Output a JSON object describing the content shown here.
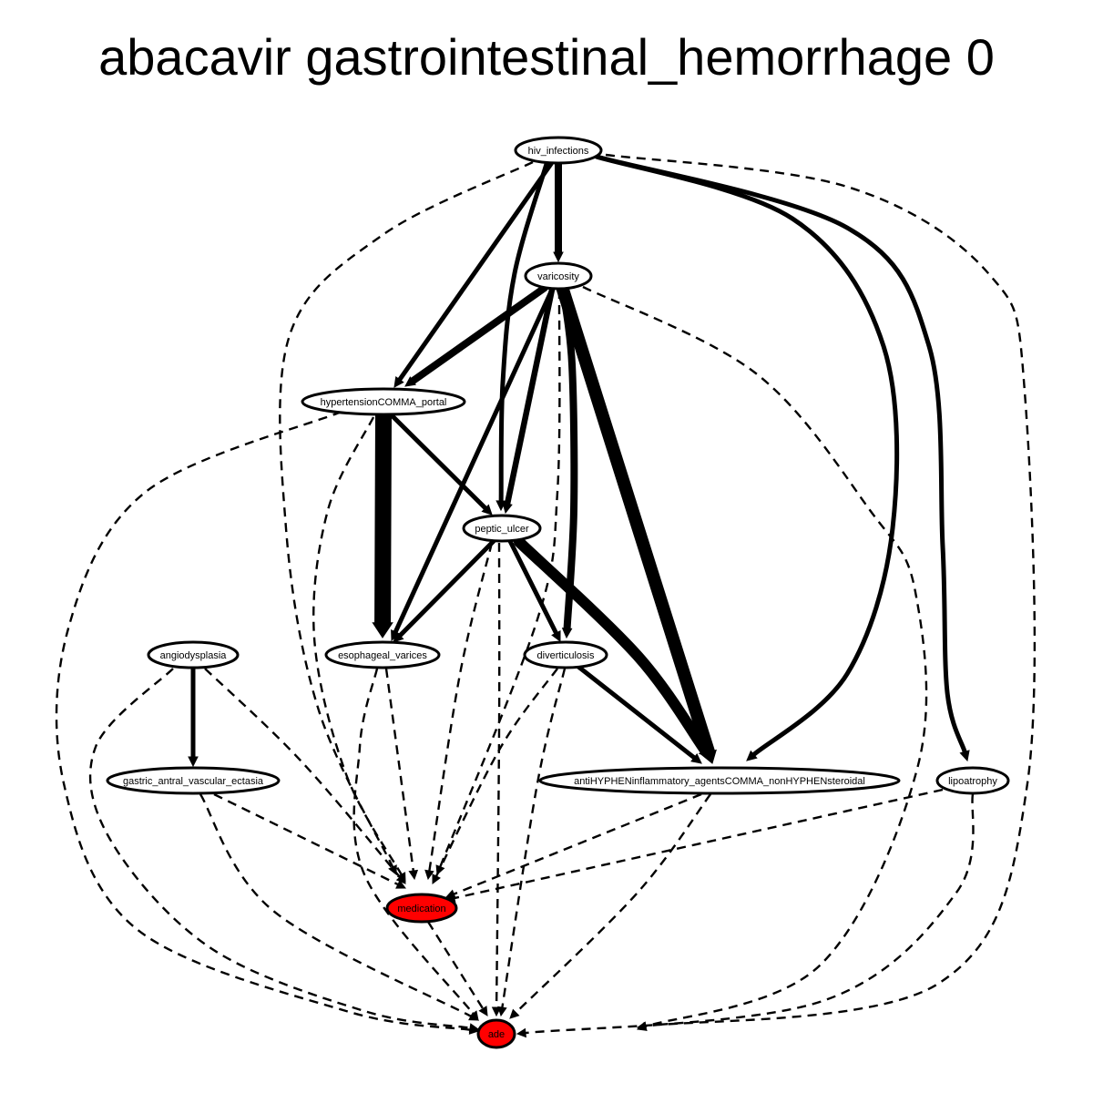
{
  "title": "abacavir gastrointestinal_hemorrhage 0",
  "colors": {
    "highlight": "#ff0000",
    "default": "#ffffff",
    "line": "#000000"
  },
  "nodes": [
    {
      "id": "hiv_infections",
      "label": "hiv_infections",
      "fill": "#ffffff"
    },
    {
      "id": "varicosity",
      "label": "varicosity",
      "fill": "#ffffff"
    },
    {
      "id": "hypertension_portal",
      "label": "hypertensionCOMMA_portal",
      "fill": "#ffffff"
    },
    {
      "id": "peptic_ulcer",
      "label": "peptic_ulcer",
      "fill": "#ffffff"
    },
    {
      "id": "angiodysplasia",
      "label": "angiodysplasia",
      "fill": "#ffffff"
    },
    {
      "id": "esophageal_varices",
      "label": "esophageal_varices",
      "fill": "#ffffff"
    },
    {
      "id": "diverticulosis",
      "label": "diverticulosis",
      "fill": "#ffffff"
    },
    {
      "id": "gastric_antral_vascular_ectasia",
      "label": "gastric_antral_vascular_ectasia",
      "fill": "#ffffff"
    },
    {
      "id": "nsaids",
      "label": "antiHYPHENinflammatory_agentsCOMMA_nonHYPHENsteroidal",
      "fill": "#ffffff"
    },
    {
      "id": "lipoatrophy",
      "label": "lipoatrophy",
      "fill": "#ffffff"
    },
    {
      "id": "medication",
      "label": "medication",
      "fill": "#ff0000"
    },
    {
      "id": "ade",
      "label": "ade",
      "fill": "#ff0000"
    }
  ],
  "edges": [
    {
      "from": "hiv_infections",
      "to": "varicosity",
      "style": "solid",
      "weight": 4
    },
    {
      "from": "hiv_infections",
      "to": "hypertension_portal",
      "style": "solid",
      "weight": 2
    },
    {
      "from": "hiv_infections",
      "to": "peptic_ulcer",
      "style": "solid",
      "weight": 2
    },
    {
      "from": "hiv_infections",
      "to": "nsaids",
      "style": "solid",
      "weight": 2
    },
    {
      "from": "hiv_infections",
      "to": "lipoatrophy",
      "style": "solid",
      "weight": 2
    },
    {
      "from": "hiv_infections",
      "to": "medication",
      "style": "dashed",
      "weight": 1
    },
    {
      "from": "hiv_infections",
      "to": "ade",
      "style": "dashed",
      "weight": 1
    },
    {
      "from": "varicosity",
      "to": "hypertension_portal",
      "style": "solid",
      "weight": 4
    },
    {
      "from": "varicosity",
      "to": "peptic_ulcer",
      "style": "solid",
      "weight": 3
    },
    {
      "from": "varicosity",
      "to": "esophageal_varices",
      "style": "solid",
      "weight": 2
    },
    {
      "from": "varicosity",
      "to": "diverticulosis",
      "style": "solid",
      "weight": 4
    },
    {
      "from": "varicosity",
      "to": "nsaids",
      "style": "solid",
      "weight": 8
    },
    {
      "from": "varicosity",
      "to": "medication",
      "style": "dashed",
      "weight": 1
    },
    {
      "from": "varicosity",
      "to": "ade",
      "style": "dashed",
      "weight": 1
    },
    {
      "from": "hypertension_portal",
      "to": "esophageal_varices",
      "style": "solid",
      "weight": 10
    },
    {
      "from": "hypertension_portal",
      "to": "peptic_ulcer",
      "style": "solid",
      "weight": 2
    },
    {
      "from": "hypertension_portal",
      "to": "medication",
      "style": "dashed",
      "weight": 1
    },
    {
      "from": "hypertension_portal",
      "to": "ade",
      "style": "dashed",
      "weight": 1
    },
    {
      "from": "peptic_ulcer",
      "to": "esophageal_varices",
      "style": "solid",
      "weight": 2
    },
    {
      "from": "peptic_ulcer",
      "to": "diverticulosis",
      "style": "solid",
      "weight": 2
    },
    {
      "from": "peptic_ulcer",
      "to": "nsaids",
      "style": "solid",
      "weight": 7
    },
    {
      "from": "peptic_ulcer",
      "to": "medication",
      "style": "dashed",
      "weight": 1
    },
    {
      "from": "peptic_ulcer",
      "to": "ade",
      "style": "dashed",
      "weight": 1
    },
    {
      "from": "angiodysplasia",
      "to": "gastric_antral_vascular_ectasia",
      "style": "solid",
      "weight": 2
    },
    {
      "from": "angiodysplasia",
      "to": "medication",
      "style": "dashed",
      "weight": 1
    },
    {
      "from": "angiodysplasia",
      "to": "ade",
      "style": "dashed",
      "weight": 1
    },
    {
      "from": "esophageal_varices",
      "to": "medication",
      "style": "dashed",
      "weight": 1
    },
    {
      "from": "esophageal_varices",
      "to": "ade",
      "style": "dashed",
      "weight": 1
    },
    {
      "from": "diverticulosis",
      "to": "nsaids",
      "style": "solid",
      "weight": 2
    },
    {
      "from": "diverticulosis",
      "to": "medication",
      "style": "dashed",
      "weight": 1
    },
    {
      "from": "diverticulosis",
      "to": "ade",
      "style": "dashed",
      "weight": 1
    },
    {
      "from": "gastric_antral_vascular_ectasia",
      "to": "medication",
      "style": "dashed",
      "weight": 1
    },
    {
      "from": "gastric_antral_vascular_ectasia",
      "to": "ade",
      "style": "dashed",
      "weight": 1
    },
    {
      "from": "nsaids",
      "to": "medication",
      "style": "dashed",
      "weight": 1
    },
    {
      "from": "nsaids",
      "to": "ade",
      "style": "dashed",
      "weight": 1
    },
    {
      "from": "lipoatrophy",
      "to": "medication",
      "style": "dashed",
      "weight": 1
    },
    {
      "from": "lipoatrophy",
      "to": "ade",
      "style": "dashed",
      "weight": 1
    },
    {
      "from": "medication",
      "to": "ade",
      "style": "dashed",
      "weight": 1
    }
  ]
}
